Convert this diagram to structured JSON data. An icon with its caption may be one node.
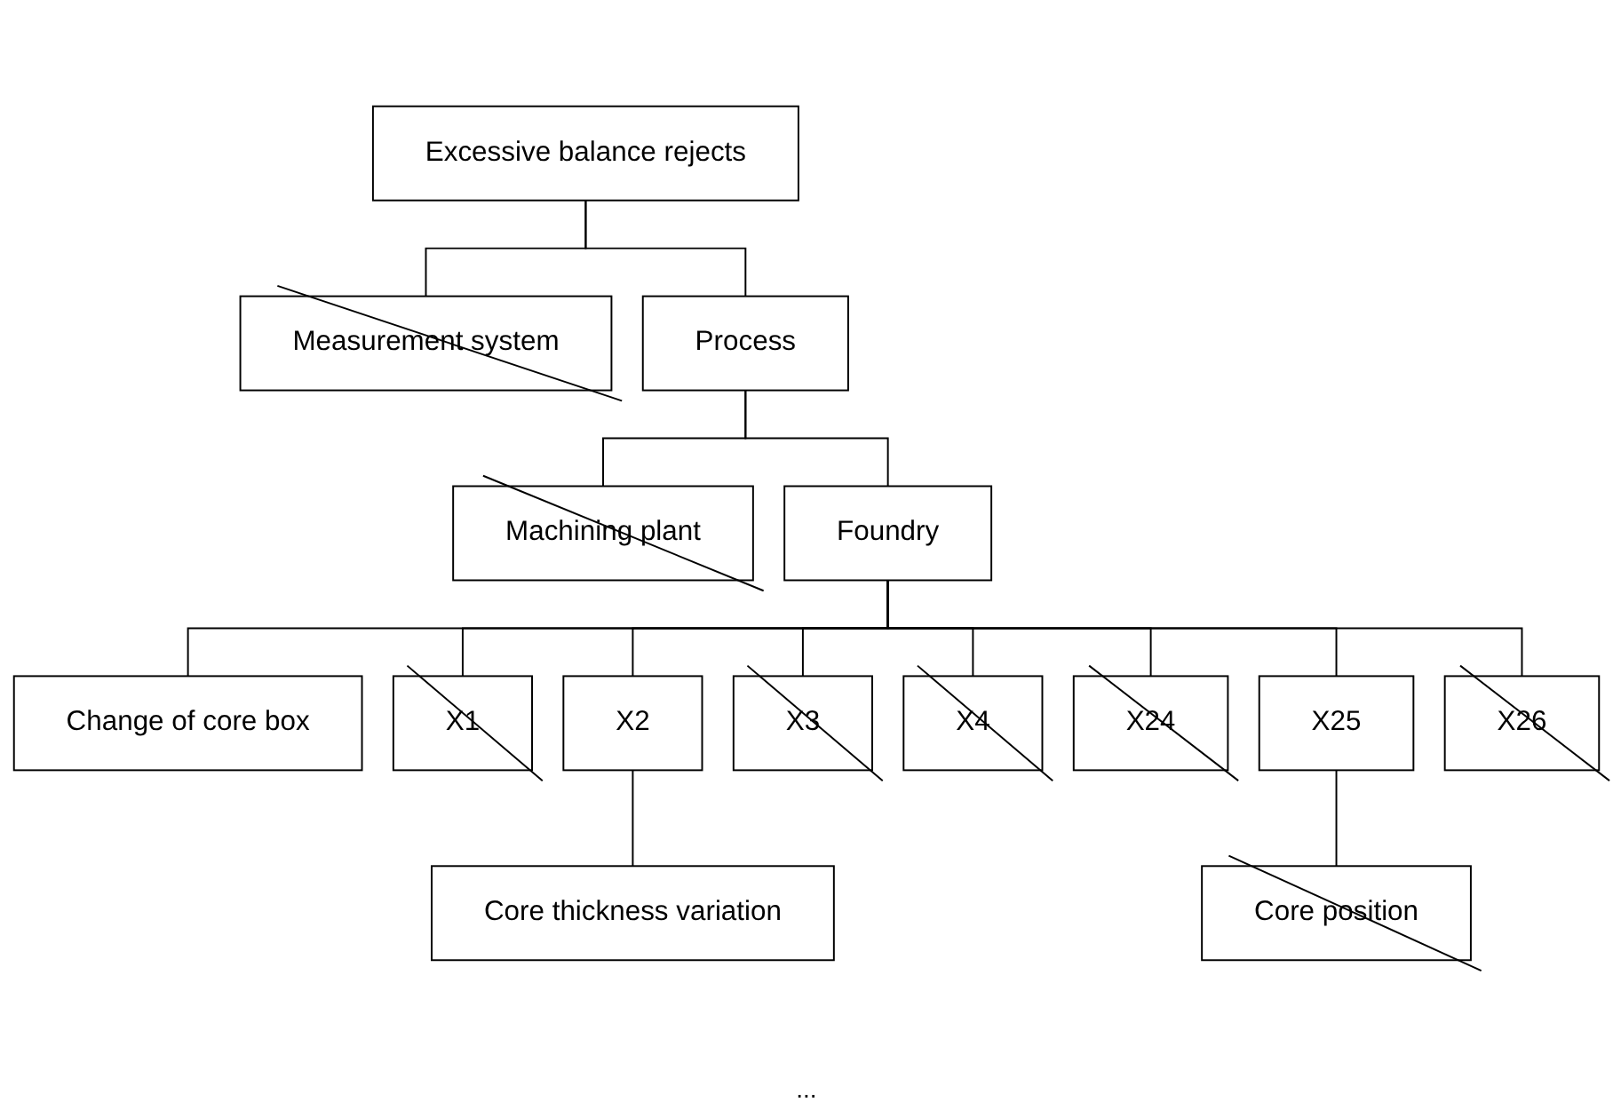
{
  "diagram": {
    "nodes": [
      {
        "text": [
          "Excessive balance rejects"
        ]
      },
      {
        "text": [
          "Measurement system"
        ]
      },
      {
        "text": [
          "Process"
        ]
      },
      {
        "text": [
          "Machining plant"
        ]
      },
      {
        "text": [
          "Foundry"
        ]
      },
      {
        "text": [
          "Change of core box"
        ]
      },
      {
        "text": [
          "X1"
        ]
      },
      {
        "text": [
          "X2"
        ]
      },
      {
        "text": [
          "X3"
        ]
      },
      {
        "text": [
          "X4"
        ]
      },
      {
        "text": [
          "X24"
        ]
      },
      {
        "text": [
          "X25"
        ]
      },
      {
        "text": [
          "X26"
        ]
      },
      {
        "text": [
          "Core thickness variation"
        ]
      },
      {
        "text": [
          "Core position"
        ]
      }
    ],
    "edges": [
      {
        "from": 0,
        "to": 1,
        "arrow": "none"
      },
      {
        "from": 0,
        "to": 2,
        "arrow": "none"
      },
      {
        "from": 2,
        "to": 3,
        "arrow": "none"
      },
      {
        "from": 2,
        "to": 4,
        "arrow": "none"
      },
      {
        "from": 4,
        "to": 5,
        "arrow": "none"
      },
      {
        "from": 4,
        "to": 6,
        "arrow": "none"
      },
      {
        "from": 4,
        "to": 7,
        "arrow": "none"
      },
      {
        "from": 4,
        "to": 8,
        "arrow": "none"
      },
      {
        "from": 4,
        "to": 9,
        "arrow": "none"
      },
      {
        "from": 4,
        "to": 10,
        "arrow": "none"
      },
      {
        "from": 4,
        "to": 11,
        "arrow": "none"
      },
      {
        "from": 4,
        "to": 12,
        "arrow": "none"
      },
      {
        "from": 7,
        "to": 13,
        "arrow": "none"
      },
      {
        "from": 11,
        "to": 14,
        "arrow": "none"
      }
    ],
    "labels": [
      "..."
    ]
  }
}
